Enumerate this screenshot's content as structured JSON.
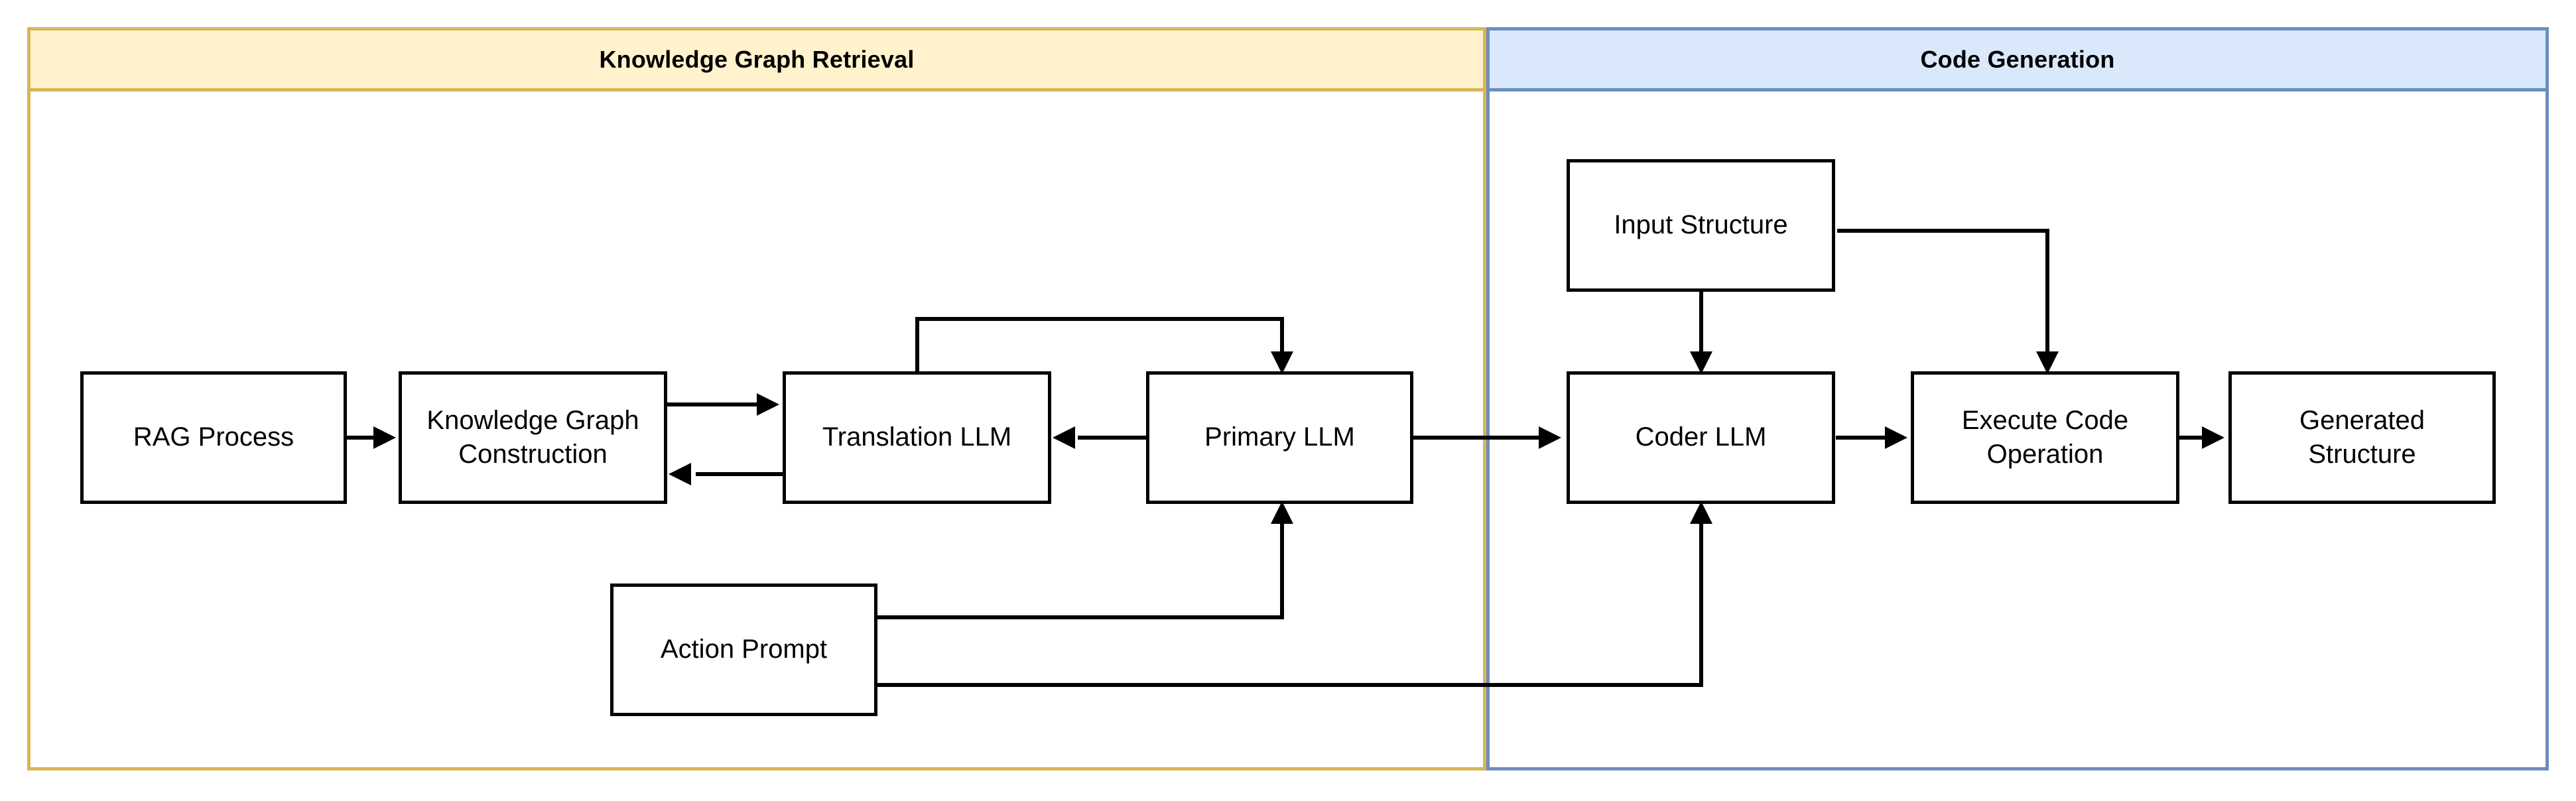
{
  "diagram": {
    "title_kg": "Knowledge Graph Retrieval",
    "title_cg": "Code Generation",
    "colors": {
      "kg_header_fill": "#fff2cc",
      "kg_border": "#d6b656",
      "cg_header_fill": "#dae8fc",
      "cg_border": "#6c8ebf",
      "node_border": "#000000",
      "node_fill": "#ffffff",
      "connector": "#000000"
    }
  },
  "lanes": [
    {
      "id": "knowledge-graph-retrieval",
      "label": "Knowledge Graph Retrieval"
    },
    {
      "id": "code-generation",
      "label": "Code Generation"
    }
  ],
  "nodes": [
    {
      "id": "rag-process",
      "label": "RAG Process",
      "lane": "knowledge-graph-retrieval"
    },
    {
      "id": "knowledge-graph-construction",
      "label": "Knowledge Graph\nConstruction",
      "lane": "knowledge-graph-retrieval"
    },
    {
      "id": "translation-llm",
      "label": "Translation LLM",
      "lane": "knowledge-graph-retrieval"
    },
    {
      "id": "primary-llm",
      "label": "Primary LLM",
      "lane": "knowledge-graph-retrieval"
    },
    {
      "id": "action-prompt",
      "label": "Action Prompt",
      "lane": "knowledge-graph-retrieval"
    },
    {
      "id": "input-structure",
      "label": "Input Structure",
      "lane": "code-generation"
    },
    {
      "id": "coder-llm",
      "label": "Coder LLM",
      "lane": "code-generation"
    },
    {
      "id": "execute-code-operation",
      "label": "Execute Code\nOperation",
      "lane": "code-generation"
    },
    {
      "id": "generated-structure",
      "label": "Generated\nStructure",
      "lane": "code-generation"
    }
  ],
  "edges": [
    {
      "from": "rag-process",
      "to": "knowledge-graph-construction"
    },
    {
      "from": "knowledge-graph-construction",
      "to": "translation-llm"
    },
    {
      "from": "translation-llm",
      "to": "knowledge-graph-construction"
    },
    {
      "from": "translation-llm",
      "to": "primary-llm"
    },
    {
      "from": "primary-llm",
      "to": "translation-llm"
    },
    {
      "from": "primary-llm",
      "to": "coder-llm"
    },
    {
      "from": "action-prompt",
      "to": "primary-llm"
    },
    {
      "from": "action-prompt",
      "to": "coder-llm"
    },
    {
      "from": "input-structure",
      "to": "coder-llm"
    },
    {
      "from": "input-structure",
      "to": "execute-code-operation"
    },
    {
      "from": "coder-llm",
      "to": "execute-code-operation"
    },
    {
      "from": "execute-code-operation",
      "to": "generated-structure"
    }
  ]
}
